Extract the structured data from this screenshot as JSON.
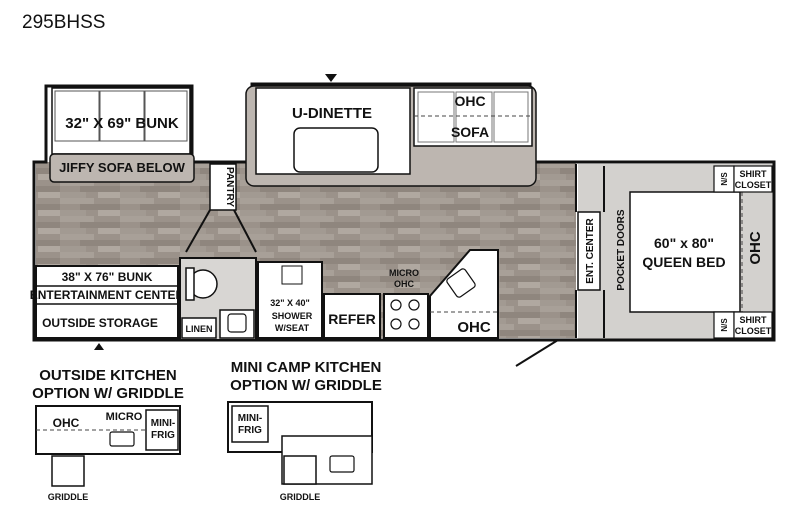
{
  "model": "295BHSS",
  "floorplan": {
    "bunk_top": "32\" X 69\" BUNK",
    "jiffy_sofa": "JIFFY SOFA BELOW",
    "pantry": "PANTRY",
    "u_dinette": "U-DINETTE",
    "ohc_sofa": "OHC",
    "sofa": "SOFA",
    "bunk_bottom": "38\" X 76\" BUNK",
    "ent_center_bunk": "ENTERTAINMENT CENTER",
    "outside_storage": "OUTSIDE STORAGE",
    "linen": "LINEN",
    "shower_line1": "32\" X 40\"",
    "shower_line2": "SHOWER",
    "shower_line3": "W/SEAT",
    "refer": "REFER",
    "micro": "MICRO",
    "ohc_micro": "OHC",
    "ohc_kitchen": "OHC",
    "ent_center": "ENT. CENTER",
    "pocket_doors": "POCKET DOORS",
    "queen_line1": "60\" x 80\"",
    "queen_line2": "QUEEN BED",
    "ohc_bedroom": "OHC",
    "ns_top": "N/S",
    "ns_bottom": "N/S",
    "shirt_top": "SHIRT",
    "closet_top": "CLOSET",
    "shirt_bottom": "SHIRT",
    "closet_bottom": "CLOSET"
  },
  "outside_kitchen": {
    "title_line1": "OUTSIDE KITCHEN",
    "title_line2": "OPTION W/ GRIDDLE",
    "ohc": "OHC",
    "micro": "MICRO",
    "mini": "MINI-",
    "frig": "FRIG",
    "griddle": "GRIDDLE"
  },
  "mini_camp_kitchen": {
    "title_line1": "MINI CAMP KITCHEN",
    "title_line2": "OPTION W/ GRIDDLE",
    "mini": "MINI-",
    "frig": "FRIG",
    "griddle": "GRIDDLE"
  },
  "colors": {
    "floor": "#9a8f86",
    "wall": "#111111",
    "cabinet": "#ffffff",
    "bedroom": "#d8d6d3"
  }
}
